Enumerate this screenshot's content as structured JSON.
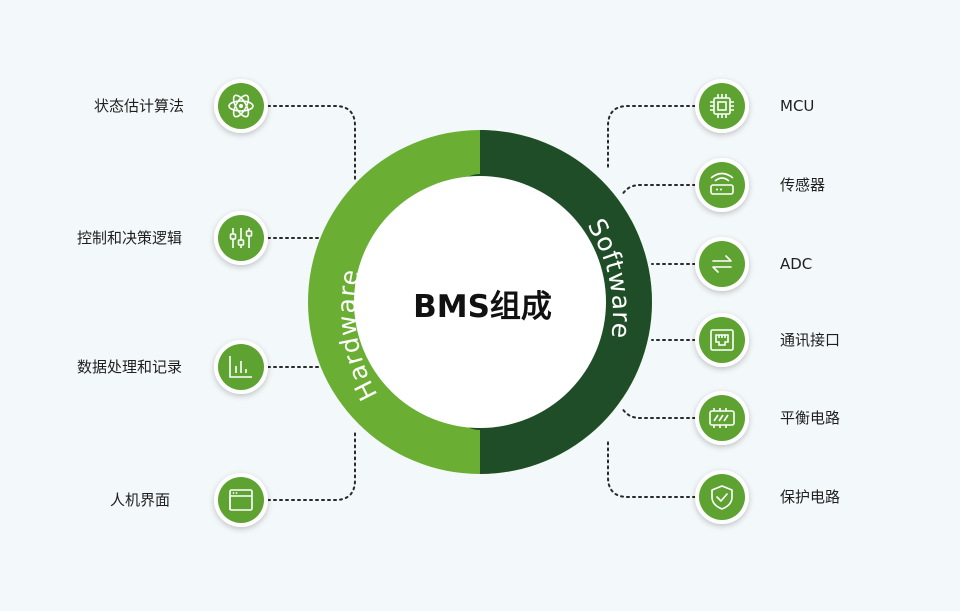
{
  "center_title": "BMS组成",
  "arc_labels": {
    "left": "Hardware",
    "right": "Software"
  },
  "colors": {
    "background": "#f3f8fa",
    "light_green": "#6aae33",
    "dark_green": "#1f4d27",
    "icon_fill": "#5ea232",
    "connector": "#2a2a2a"
  },
  "left_items": [
    {
      "label": "状态估计算法",
      "icon": "atom-icon"
    },
    {
      "label": "控制和决策逻辑",
      "icon": "sliders-icon"
    },
    {
      "label": "数据处理和记录",
      "icon": "bar-chart-icon"
    },
    {
      "label": "人机界面",
      "icon": "browser-window-icon"
    }
  ],
  "right_items": [
    {
      "label": "MCU",
      "icon": "chip-icon"
    },
    {
      "label": "传感器",
      "icon": "router-icon"
    },
    {
      "label": "ADC",
      "icon": "swap-arrows-icon"
    },
    {
      "label": "通讯接口",
      "icon": "ethernet-port-icon"
    },
    {
      "label": "平衡电路",
      "icon": "circuit-board-icon"
    },
    {
      "label": "保护电路",
      "icon": "shield-check-icon"
    }
  ]
}
